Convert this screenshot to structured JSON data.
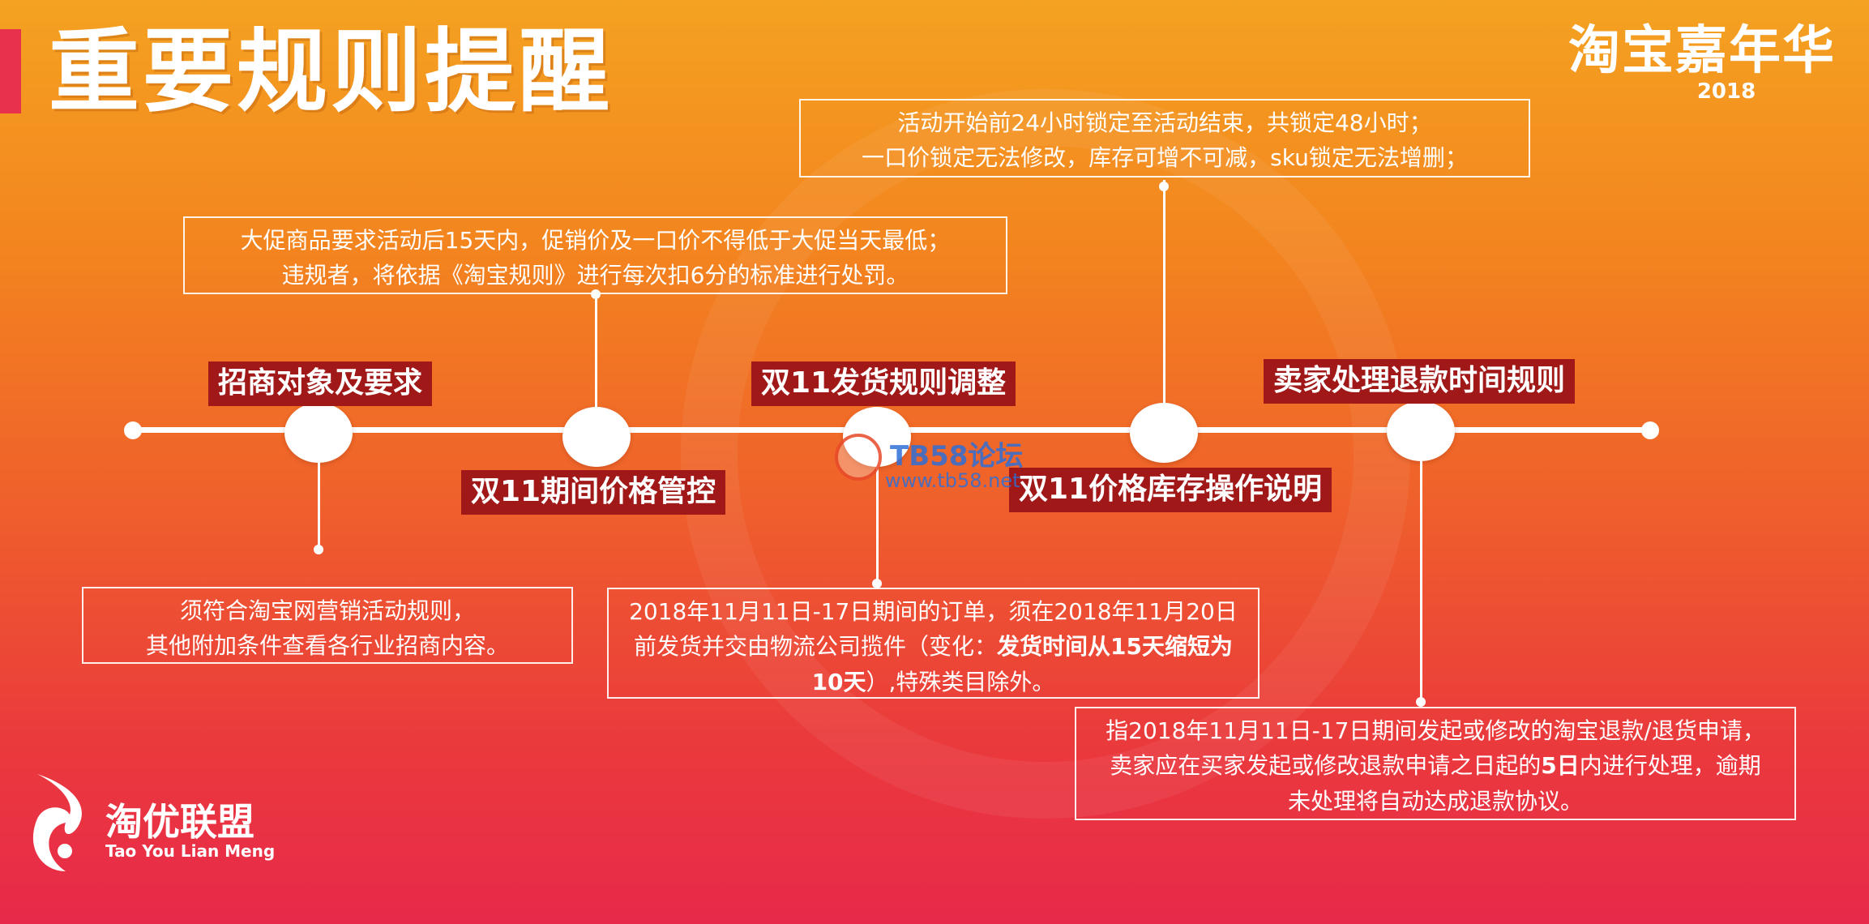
{
  "header": {
    "title": "重要规则提醒"
  },
  "brand": {
    "name": "淘宝嘉年华",
    "year": "2018"
  },
  "timeline": {
    "labels": [
      "招商对象及要求",
      "双11期间价格管控",
      "双11发货规则调整",
      "双11价格库存操作说明",
      "卖家处理退款时间规则"
    ]
  },
  "boxes": {
    "price_control": {
      "line1": "大促商品要求活动后15天内，促销价及一口价不得低于大促当天最低；",
      "line2": "违规者，将依据《淘宝规则》进行每次扣6分的标准进行处罚。"
    },
    "stock_lock": {
      "line1": "活动开始前24小时锁定至活动结束，共锁定48小时；",
      "line2": "一口价锁定无法修改，库存可增不可减，sku锁定无法增删；"
    },
    "merchant": {
      "line1": "须符合淘宝网营销活动规则，",
      "line2": "其他附加条件查看各行业招商内容。"
    },
    "shipping": {
      "line1": "2018年11月11日-17日期间的订单，须在2018年11月20日",
      "line2_pre": "前发货并交由物流公司揽件（变化：",
      "line2_bold": "发货时间从15天缩短为",
      "line3_bold": "10天",
      "line3_post": "）,特殊类目除外。"
    },
    "refund": {
      "line1": "指2018年11月11日-17日期间发起或修改的淘宝退款/退货申请，",
      "line2_pre": "卖家应在买家发起或修改退款申请之日起的",
      "line2_bold": "5日",
      "line2_post": "内进行处理，逾期",
      "line3": "未处理将自动达成退款协议。"
    }
  },
  "watermark": {
    "name": "TB58论坛",
    "url": "www.tb58.net"
  },
  "footer_logo": {
    "cn": "淘优联盟",
    "en": "Tao You Lian Meng"
  }
}
